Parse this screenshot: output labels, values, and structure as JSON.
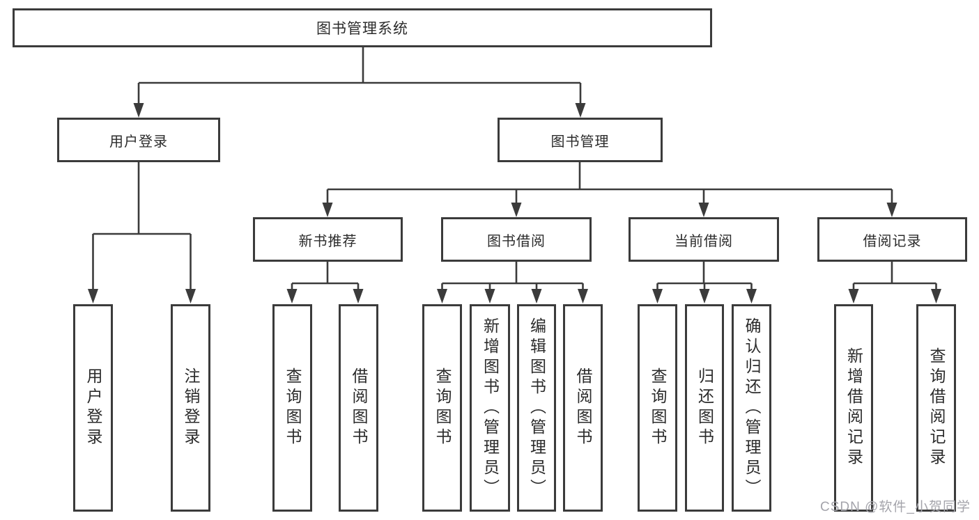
{
  "tree": {
    "root": "图书管理系统",
    "user_login": {
      "label": "用户登录",
      "children": [
        "用户登录",
        "注销登录"
      ]
    },
    "book_management": {
      "label": "图书管理",
      "sections": [
        {
          "label": "新书推荐",
          "children": [
            "查询图书",
            "借阅图书"
          ]
        },
        {
          "label": "图书借阅",
          "children": [
            "查询图书",
            "新增图书（管理员）",
            "编辑图书（管理员）",
            "借阅图书"
          ]
        },
        {
          "label": "当前借阅",
          "children": [
            "查询图书",
            "归还图书",
            "确认归还（管理员）"
          ]
        },
        {
          "label": "借阅记录",
          "children": [
            "新增借阅记录",
            "查询借阅记录"
          ]
        }
      ]
    }
  },
  "watermark": "CSDN @软件_小贺同学",
  "colors": {
    "line": "#3b3b3b",
    "text": "#2b2b2b",
    "watermark": "#a4a4ab",
    "background": "#ffffff"
  }
}
